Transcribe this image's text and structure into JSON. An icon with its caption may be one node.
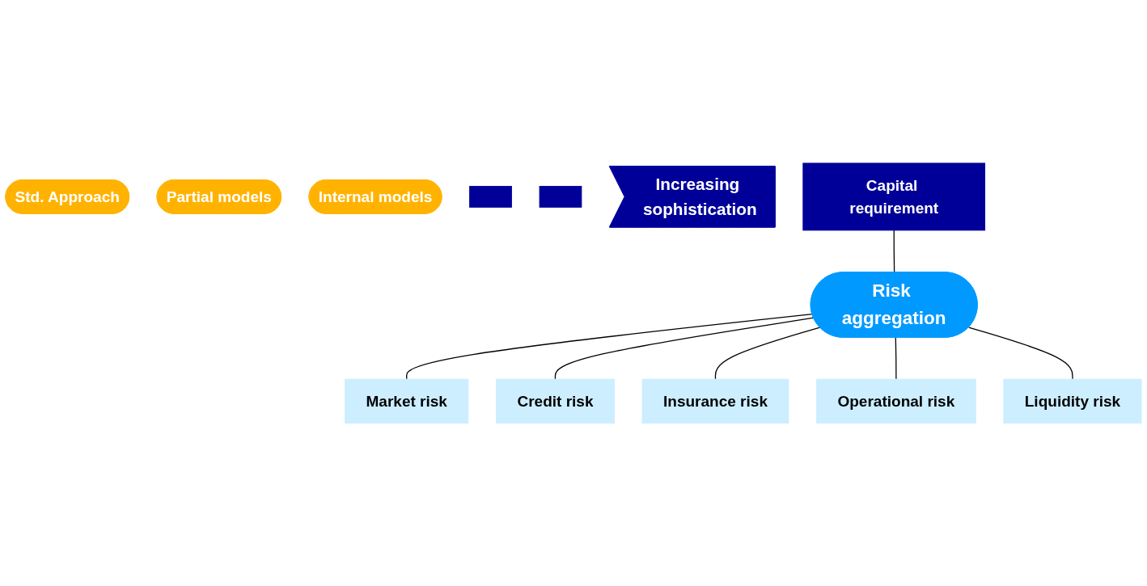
{
  "diagram": {
    "nodes": [
      {
        "text": [
          "Std. Approach"
        ]
      },
      {
        "text": [
          "Partial models"
        ]
      },
      {
        "text": [
          "Internal models"
        ]
      },
      {
        "text": [],
        "shape": "box"
      },
      {
        "text": [],
        "shape": "box"
      },
      {
        "text": [
          "Increasing sophistication"
        ]
      },
      {
        "text": [
          "Capital requirement"
        ]
      },
      {
        "text": [
          "Risk aggregation"
        ]
      },
      {
        "text": [
          "Market risk"
        ]
      },
      {
        "text": [
          "Credit risk"
        ]
      },
      {
        "text": [
          "Insurance risk"
        ]
      },
      {
        "text": [
          "Operational risk"
        ]
      },
      {
        "text": [
          "Liquidity risk"
        ]
      }
    ],
    "edges": [
      {
        "from": 6,
        "to": 7,
        "arrow": "none"
      },
      {
        "from": 7,
        "to": 8,
        "arrow": "none"
      },
      {
        "from": 7,
        "to": 9,
        "arrow": "none"
      },
      {
        "from": 7,
        "to": 10,
        "arrow": "none"
      },
      {
        "from": 7,
        "to": 11,
        "arrow": "none"
      },
      {
        "from": 7,
        "to": 12,
        "arrow": "none"
      }
    ]
  }
}
